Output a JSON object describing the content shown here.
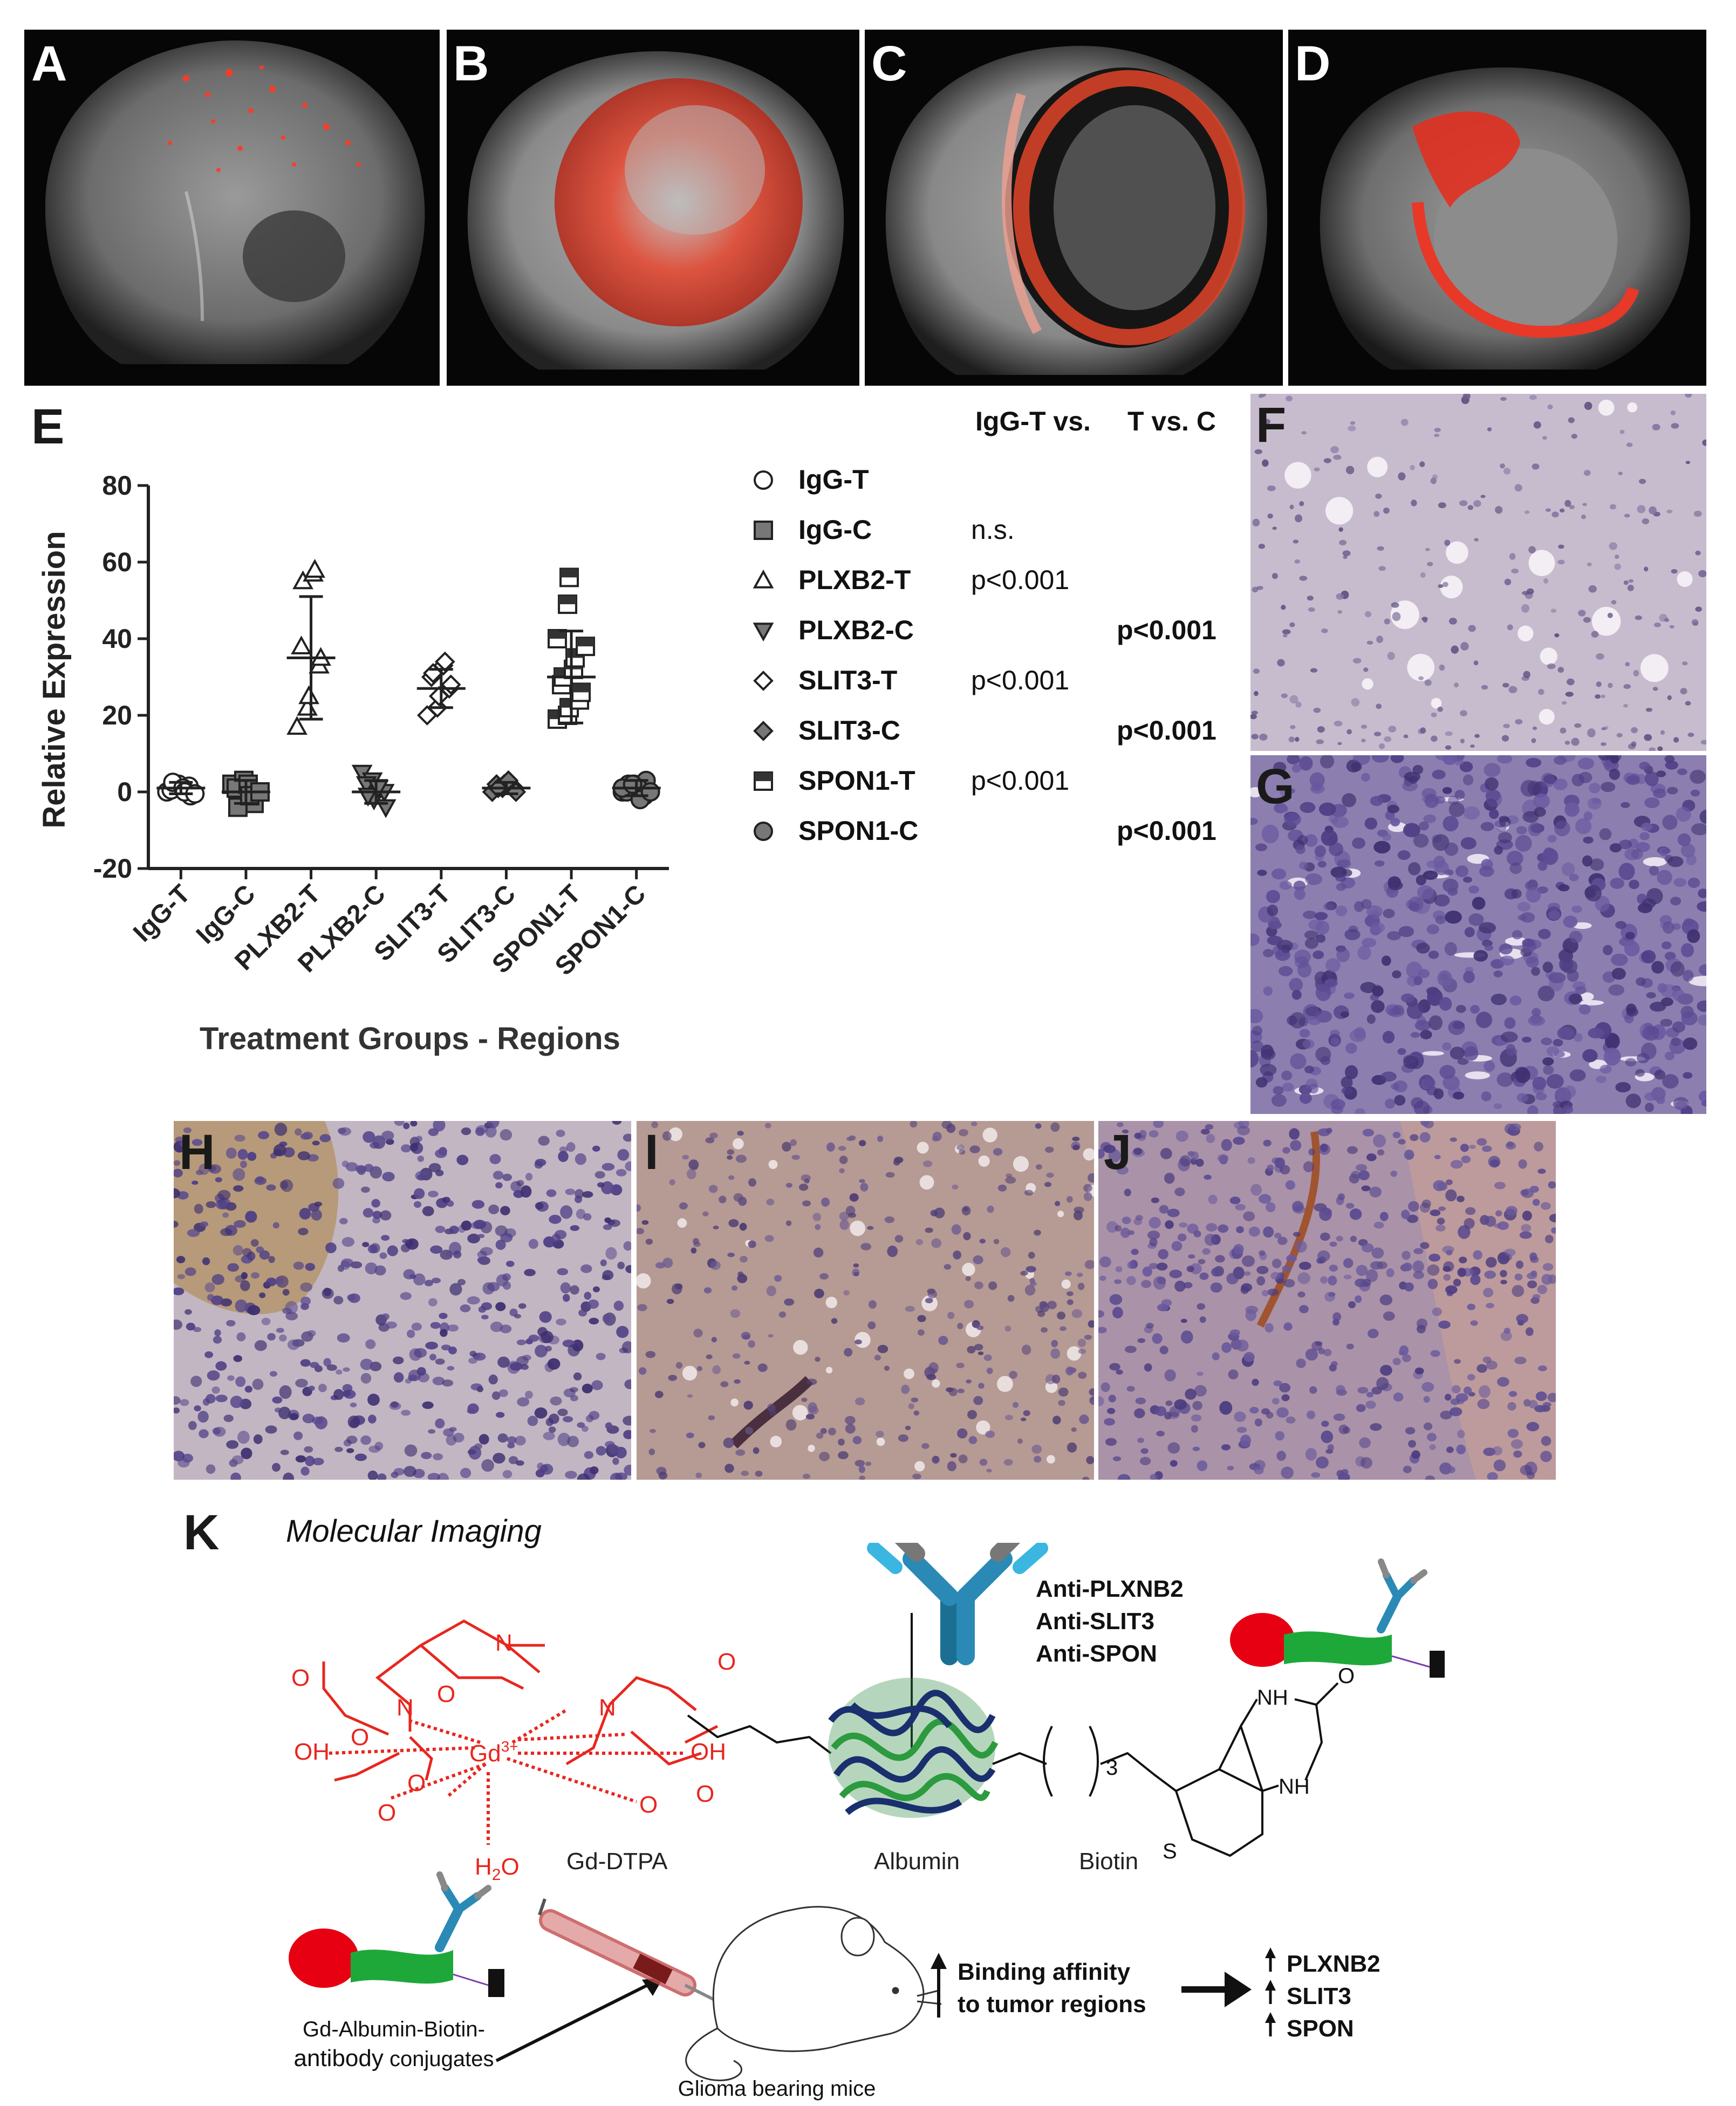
{
  "panels": {
    "A": "A",
    "B": "B",
    "C": "C",
    "D": "D",
    "E": "E",
    "F": "F",
    "G": "G",
    "H": "H",
    "I": "I",
    "J": "J",
    "K": "K"
  },
  "chart_data": {
    "type": "scatter",
    "ylabel": "Relative Expression",
    "xlabel": "Treatment Groups - Regions",
    "ylim": [
      -20,
      80
    ],
    "yticks": [
      "80",
      "60",
      "40",
      "20",
      "0",
      "-20"
    ],
    "categories": [
      "IgG-T",
      "IgG-C",
      "PLXB2-T",
      "PLXB2-C",
      "SLIT3-T",
      "SLIT3-C",
      "SPON1-T",
      "SPON1-C"
    ],
    "series": [
      {
        "name": "IgG-T",
        "marker": "circle-open",
        "mean": 1,
        "sd": 1.5,
        "values": [
          0,
          1,
          2,
          1.5,
          -1,
          0.5,
          2.5,
          1,
          0,
          -0.5
        ]
      },
      {
        "name": "IgG-C",
        "marker": "square-filled",
        "mean": 0,
        "sd": 3,
        "values": [
          2,
          -2,
          3,
          -3,
          0,
          1,
          -4,
          2,
          -1,
          0
        ]
      },
      {
        "name": "PLXB2-T",
        "marker": "triangle-up-open",
        "mean": 35,
        "sd": 16,
        "values": [
          17,
          22,
          25,
          33,
          35,
          38,
          55,
          57,
          58
        ]
      },
      {
        "name": "PLXB2-C",
        "marker": "triangle-down-filled",
        "mean": 0,
        "sd": 3,
        "values": [
          5,
          3,
          -2,
          0,
          -4,
          2,
          -1,
          1
        ]
      },
      {
        "name": "SLIT3-T",
        "marker": "diamond-open",
        "mean": 27,
        "sd": 5,
        "values": [
          20,
          22,
          25,
          27,
          28,
          30,
          31,
          33,
          34
        ]
      },
      {
        "name": "SLIT3-C",
        "marker": "diamond-filled",
        "mean": 1,
        "sd": 1.5,
        "values": [
          0,
          1,
          2,
          1,
          0,
          2,
          1,
          3
        ]
      },
      {
        "name": "SPON1-T",
        "marker": "half-square",
        "mean": 30,
        "sd": 12,
        "values": [
          19,
          20,
          22,
          24,
          26,
          28,
          30,
          32,
          35,
          38,
          40,
          49,
          56
        ]
      },
      {
        "name": "SPON1-C",
        "marker": "circle-filled",
        "mean": 1,
        "sd": 2,
        "values": [
          0,
          1,
          2,
          -1,
          3,
          0,
          2,
          1,
          -2,
          0,
          1,
          2
        ]
      }
    ]
  },
  "legend": {
    "header1": "IgG-T vs.",
    "header2": "T vs. C",
    "rows": [
      {
        "label": "IgG-T",
        "v1": "",
        "v2": ""
      },
      {
        "label": "IgG-C",
        "v1": "n.s.",
        "v2": ""
      },
      {
        "label": "PLXB2-T",
        "v1": "p<0.001",
        "v2": ""
      },
      {
        "label": "PLXB2-C",
        "v1": "",
        "v2": "p<0.001"
      },
      {
        "label": "SLIT3-T",
        "v1": "p<0.001",
        "v2": ""
      },
      {
        "label": "SLIT3-C",
        "v1": "",
        "v2": "p<0.001"
      },
      {
        "label": "SPON1-T",
        "v1": "p<0.001",
        "v2": ""
      },
      {
        "label": "SPON1-C",
        "v1": "",
        "v2": "p<0.001"
      }
    ]
  },
  "schematic": {
    "title": "Molecular Imaging",
    "antibodies": [
      "Anti-PLXNB2",
      "Anti-SLIT3",
      "Anti-SPON"
    ],
    "gd_label": "Gd-DTPA",
    "albumin_label": "Albumin",
    "biotin_label": "Biotin",
    "h2o": "H",
    "h2o_sub": "2",
    "h2o_tail": "O",
    "n_atom": "N",
    "gd_atom": "Gd",
    "gd_charge": "3+",
    "oh": "OH",
    "o": "O",
    "nh": "NH",
    "s": "S",
    "subscript3": "3",
    "conjugate_line1": "Gd-Albumin-Biotin-",
    "conjugate_line2a": "antibody",
    "conjugate_line2b": " conjugates",
    "mice_label": "Glioma bearing mice",
    "affinity_line1": "Binding affinity",
    "affinity_line2": "to tumor regions",
    "results": [
      "PLXNB2",
      "SLIT3",
      "SPON"
    ]
  }
}
